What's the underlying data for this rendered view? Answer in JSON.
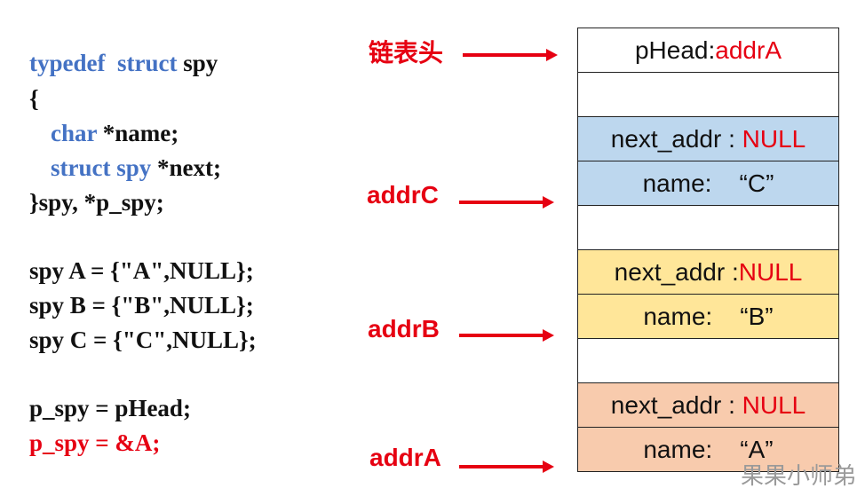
{
  "code": {
    "l1_kw": "typedef  struct",
    "l1_rest": " spy",
    "l2": "{",
    "l3_kw": "char",
    "l3_rest": " *name;",
    "l4_kw": "struct spy",
    "l4_rest": " *next;",
    "l5": "}spy, *p_spy;",
    "l6": "spy A = {\"A\",NULL};",
    "l7": "spy B = {\"B\",NULL};",
    "l8": "spy C = {\"C\",NULL};",
    "l9": "p_spy = pHead;",
    "l10": "p_spy = &A;"
  },
  "pointers": {
    "head": "链表头",
    "addrC": "addrC",
    "addrB": "addrB",
    "addrA": "addrA"
  },
  "memory": {
    "head_label": "pHead:",
    "head_value": "addrA",
    "c_next_label": "next_addr : ",
    "c_next_value": "NULL",
    "c_name": "name:    “C”",
    "b_next_label": "next_addr :",
    "b_next_value": "NULL",
    "b_name": "name:    “B”",
    "a_next_label": "next_addr : ",
    "a_next_value": "NULL",
    "a_name": "name:    “A”"
  },
  "watermark": "果果小师弟",
  "colors": {
    "keyword": "#4472C4",
    "highlight": "#E60012",
    "node_c": "#BDD7EE",
    "node_b": "#FFE699",
    "node_a": "#F8CBAD"
  }
}
